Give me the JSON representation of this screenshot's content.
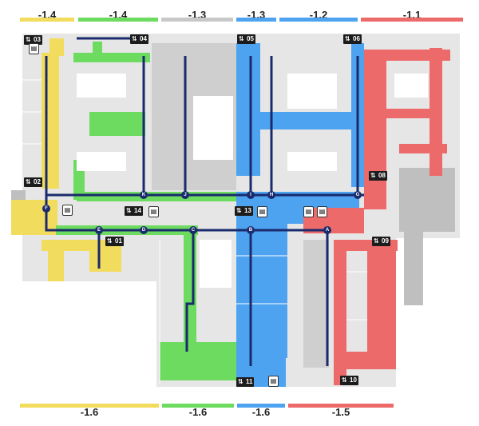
{
  "top_levels": [
    {
      "label": "-1.4",
      "color": "#f2dc5d"
    },
    {
      "label": "-1.4",
      "color": "#6cdb5f"
    },
    {
      "label": "-1.3",
      "color": "#c8c8c8"
    },
    {
      "label": "-1.3",
      "color": "#4da3f0"
    },
    {
      "label": "-1.2",
      "color": "#4da3f0"
    },
    {
      "label": "-1.1",
      "color": "#ec6a6a"
    }
  ],
  "bottom_levels": [
    {
      "label": "-1.6",
      "color": "#f2dc5d"
    },
    {
      "label": "-1.6",
      "color": "#6cdb5f"
    },
    {
      "label": "-1.6",
      "color": "#4da3f0"
    },
    {
      "label": "-1.5",
      "color": "#ec6a6a"
    }
  ],
  "elevators": [
    "03",
    "04",
    "05",
    "06",
    "02",
    "08",
    "14",
    "13",
    "01",
    "09",
    "11",
    "10"
  ],
  "nodes": [
    "K",
    "J",
    "I",
    "H",
    "G",
    "F",
    "E",
    "D",
    "C",
    "B",
    "A"
  ],
  "atm_icon": "atm-icon"
}
